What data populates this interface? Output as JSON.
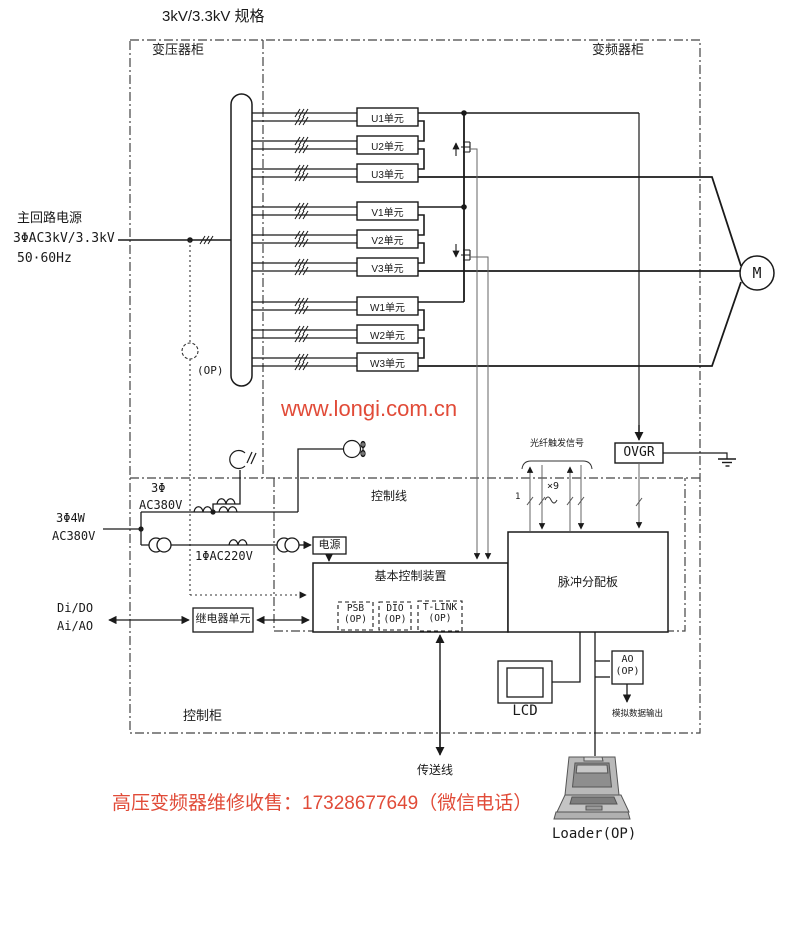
{
  "title": "3kV/3.3kV 规格",
  "cabinets": {
    "transformer": "变压器柜",
    "inverter": "变频器柜",
    "control": "控制柜",
    "control_line": "控制线"
  },
  "main_power": {
    "line1": "主回路电源",
    "line2": "3ΦAC3kV/3.3kV",
    "line3": "50·60Hz"
  },
  "units": [
    "U1单元",
    "U2单元",
    "U3单元",
    "V1单元",
    "V2单元",
    "V3单元",
    "W1单元",
    "W2单元",
    "W3单元"
  ],
  "motor_label": "M",
  "op_label": "(OP)",
  "fiber": {
    "label": "光纤触发信号",
    "count": "×9",
    "first": "1"
  },
  "ovgr_label": "OVGR",
  "control_power": {
    "phase3": "3Φ",
    "ac380v_branch": "AC380V",
    "incoming_line1": "3Φ4W",
    "incoming_line2": "AC380V",
    "ac220v": "1ΦAC220V",
    "power_supply": "电源"
  },
  "boards": {
    "basic_control": "基本控制装置",
    "pulse_board": "脉冲分配板",
    "psb": "PSB",
    "dio": "DIO",
    "tlink": "T-LINK",
    "op": "(OP)"
  },
  "io": {
    "di_do": "Di/DO",
    "ai_ao": "Ai/AO",
    "relay_unit": "继电器单元"
  },
  "peripherals": {
    "lcd": "LCD",
    "ao": "AO",
    "ao_op": "(OP)",
    "analog_out": "模拟数据输出",
    "transfer_line": "传送线",
    "loader": "Loader(OP)"
  },
  "watermark": "www.longi.com.cn",
  "footer_ad": "高压变频器维修收售：17328677649（微信电话）",
  "colors": {
    "accent_red": "#e14b38",
    "line": "#1a1a1a"
  }
}
